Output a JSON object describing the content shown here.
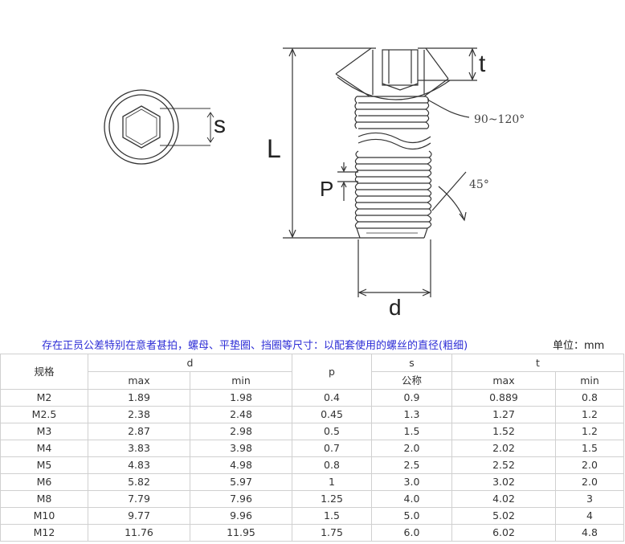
{
  "drawing": {
    "label_s": "s",
    "label_t": "t",
    "label_L": "L",
    "label_P": "P",
    "label_d": "d",
    "angle_top": "90~120°",
    "angle_bottom": "45°"
  },
  "note": {
    "text": "存在正员公差特别在意者甚拍，螺母、平垫圈、挡圈等尺寸：以配套使用的螺丝的直径(粗细)",
    "unit": "单位：mm"
  },
  "table": {
    "headers": {
      "spec": "规格",
      "d": "d",
      "p": "p",
      "s": "s",
      "t": "t",
      "d_max": "max",
      "d_min": "min",
      "s_nominal": "公称",
      "t_max": "max",
      "t_min": "min"
    },
    "rows": [
      {
        "spec": "M2",
        "d_max": "1.89",
        "d_min": "1.98",
        "p": "0.4",
        "s": "0.9",
        "t_max": "0.889",
        "t_min": "0.8"
      },
      {
        "spec": "M2.5",
        "d_max": "2.38",
        "d_min": "2.48",
        "p": "0.45",
        "s": "1.3",
        "t_max": "1.27",
        "t_min": "1.2"
      },
      {
        "spec": "M3",
        "d_max": "2.87",
        "d_min": "2.98",
        "p": "0.5",
        "s": "1.5",
        "t_max": "1.52",
        "t_min": "1.2"
      },
      {
        "spec": "M4",
        "d_max": "3.83",
        "d_min": "3.98",
        "p": "0.7",
        "s": "2.0",
        "t_max": "2.02",
        "t_min": "1.5"
      },
      {
        "spec": "M5",
        "d_max": "4.83",
        "d_min": "4.98",
        "p": "0.8",
        "s": "2.5",
        "t_max": "2.52",
        "t_min": "2.0"
      },
      {
        "spec": "M6",
        "d_max": "5.82",
        "d_min": "5.97",
        "p": "1",
        "s": "3.0",
        "t_max": "3.02",
        "t_min": "2.0"
      },
      {
        "spec": "M8",
        "d_max": "7.79",
        "d_min": "7.96",
        "p": "1.25",
        "s": "4.0",
        "t_max": "4.02",
        "t_min": "3"
      },
      {
        "spec": "M10",
        "d_max": "9.77",
        "d_min": "9.96",
        "p": "1.5",
        "s": "5.0",
        "t_max": "5.02",
        "t_min": "4"
      },
      {
        "spec": "M12",
        "d_max": "11.76",
        "d_min": "11.95",
        "p": "1.75",
        "s": "6.0",
        "t_max": "6.02",
        "t_min": "4.8"
      }
    ]
  }
}
